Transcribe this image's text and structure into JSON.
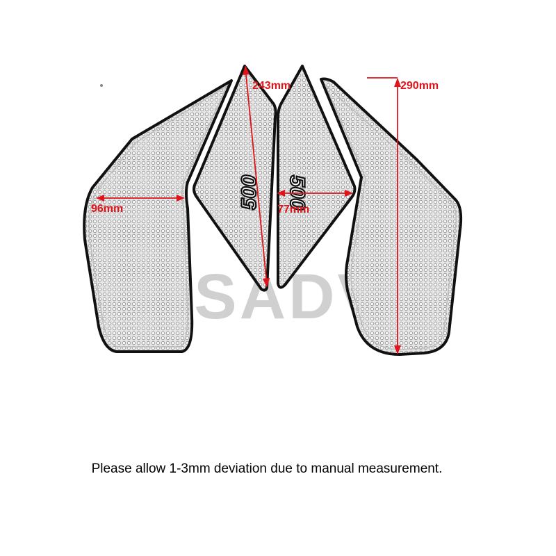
{
  "watermark": "FSADV",
  "pads": [
    {
      "name": "left outer pad",
      "logo": ""
    },
    {
      "name": "left inner pad",
      "logo": "500"
    },
    {
      "name": "right inner pad",
      "logo": "500"
    },
    {
      "name": "right outer pad",
      "logo": ""
    }
  ],
  "dimensions": {
    "left_width": "96mm",
    "inner_height": "243mm",
    "inner_width": "77mm",
    "right_height": "290mm"
  },
  "note": "Please allow 1-3mm deviation due to manual measurement.",
  "colors": {
    "outline": "#111111",
    "pad_fill": "#d9d9d9",
    "texture": "#8c8c8c",
    "dimension": "#e0141b",
    "watermark": "#c8c8c8",
    "text": "#000000"
  }
}
